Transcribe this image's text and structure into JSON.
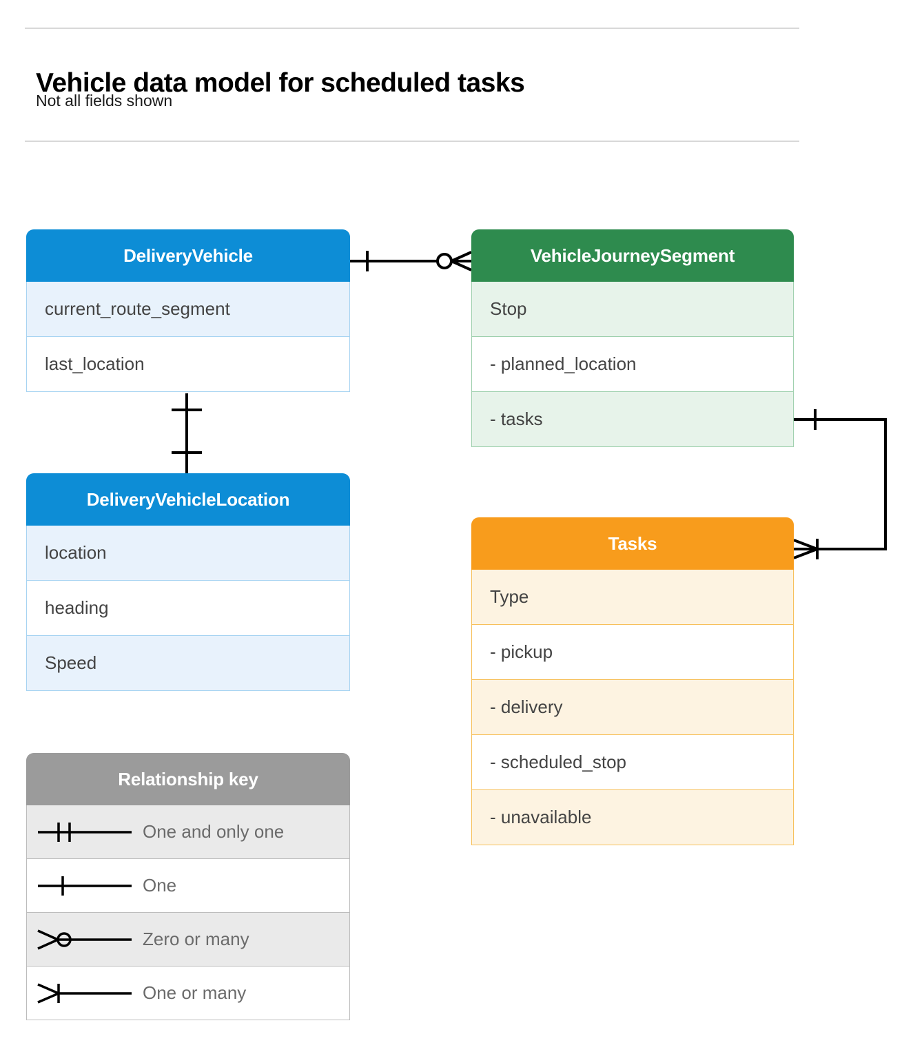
{
  "header": {
    "title": "Vehicle data model for scheduled tasks",
    "subtitle": "Not all fields shown"
  },
  "colors": {
    "blue_header": "#0d8dd6",
    "blue_row_tint": "#e8f2fc",
    "blue_border": "#a8d4f2",
    "green_header": "#2e8b4e",
    "green_row_tint": "#e7f3ea",
    "green_border": "#9fd0ae",
    "orange_header": "#f89c1c",
    "orange_row_tint": "#fdf3e1",
    "orange_border": "#f7c05a",
    "gray_header": "#9b9b9b",
    "gray_row_tint": "#eaeaea",
    "gray_border": "#bdbdbd",
    "connector_line": "#000000",
    "rule": "#d8d8d8"
  },
  "entities": [
    {
      "id": "delivery-vehicle",
      "name": "DeliveryVehicle",
      "theme": "blue",
      "rows": [
        {
          "label": "current_route_segment",
          "tint": true
        },
        {
          "label": "last_location",
          "tint": false
        }
      ]
    },
    {
      "id": "vehicle-journey-segment",
      "name": "VehicleJourneySegment",
      "theme": "green",
      "rows": [
        {
          "label": "Stop",
          "tint": true
        },
        {
          "label": "-  planned_location",
          "tint": false
        },
        {
          "label": "- tasks",
          "tint": true
        }
      ]
    },
    {
      "id": "delivery-vehicle-location",
      "name": "DeliveryVehicleLocation",
      "theme": "blue",
      "rows": [
        {
          "label": "location",
          "tint": true
        },
        {
          "label": "heading",
          "tint": false
        },
        {
          "label": "Speed",
          "tint": true
        }
      ]
    },
    {
      "id": "tasks",
      "name": "Tasks",
      "theme": "orange",
      "rows": [
        {
          "label": "Type",
          "tint": true
        },
        {
          "label": "-  pickup",
          "tint": false
        },
        {
          "label": "-  delivery",
          "tint": true
        },
        {
          "label": "-  scheduled_stop",
          "tint": false
        },
        {
          "label": "-  unavailable",
          "tint": true
        }
      ]
    }
  ],
  "legend": {
    "title": "Relationship key",
    "items": [
      {
        "symbol": "one-and-only-one",
        "label": "One and only one",
        "tint": true
      },
      {
        "symbol": "one",
        "label": "One",
        "tint": false
      },
      {
        "symbol": "zero-or-many",
        "label": "Zero or many",
        "tint": true
      },
      {
        "symbol": "one-or-many",
        "label": "One or many",
        "tint": false
      }
    ]
  },
  "relationships": [
    {
      "id": "vehicle-to-journey-segment",
      "from": "DeliveryVehicle",
      "to": "VehicleJourneySegment",
      "from_cardinality": "One",
      "to_cardinality": "Zero or many"
    },
    {
      "id": "vehicle-to-vehicle-location",
      "from": "DeliveryVehicle",
      "to": "DeliveryVehicleLocation",
      "from_cardinality": "One",
      "to_cardinality": "One"
    },
    {
      "id": "journey-segment-tasks-to-tasks",
      "from": "VehicleJourneySegment.tasks",
      "to": "Tasks",
      "from_cardinality": "One",
      "to_cardinality": "One or many"
    }
  ]
}
